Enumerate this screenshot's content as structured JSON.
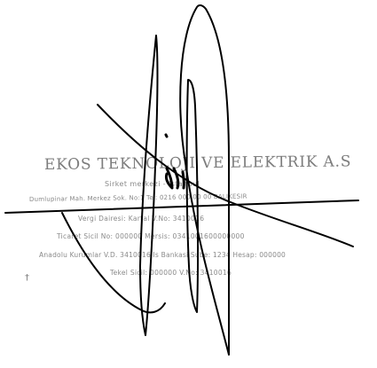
{
  "stamp": {
    "title": "EKOS TEKNOLOJI VE ELEKTRIK A.S",
    "lines": [
      "Sirket merkezi - Istanbul",
      "Dumlupinar Mah. Merkez Sok. No:1  Tel: 0216 000 00 00  BALIKESIR",
      "Vergi Dairesi: Kartal  V.No: 3410016",
      "Ticaret Sicil No: 000000  Mersis: 0341001600000000",
      "Anadolu Kurumlar V.D. 3410016  Is Bankasi  Sube: 1234  Hesap: 000000",
      "Tekel Sicil: 000000  V.No: 3410016"
    ],
    "mark": "†"
  },
  "signature": {
    "stroke_color": "#000000"
  },
  "colors": {
    "stamp_ink": "#8a8a8a",
    "background": "#ffffff"
  }
}
